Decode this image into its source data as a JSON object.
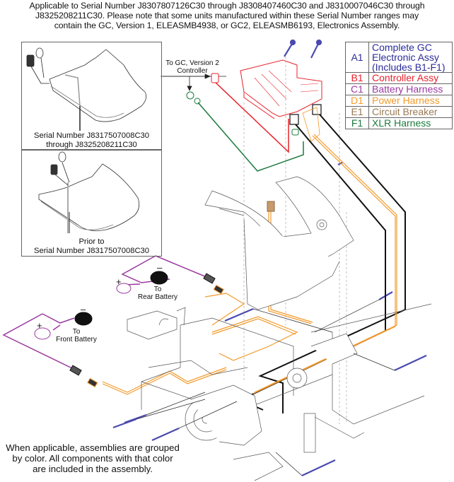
{
  "header": {
    "applicability_note_lines": [
      "Applicable to Serial Number J8307807126C30 through J8308407460C30 and J8310007046C30 through",
      "J8325208211C30. Please note that some units manufactured within these Serial Number ranges may",
      "contain the GC, Version 1, ELEASMB4938, or GC2, ELEASMB6193, Electronics Assembly."
    ]
  },
  "insets": [
    {
      "caption_lines": [
        "Serial Number J8317507008C30",
        "through J8325208211C30"
      ]
    },
    {
      "caption_lines": [
        "Prior to",
        "Serial Number J8317507008C30"
      ]
    }
  ],
  "callouts": {
    "controller_lines": [
      "To GC, Version 2",
      "Controller"
    ],
    "rear_battery_lines": [
      "To",
      "Rear Battery"
    ],
    "front_battery_lines": [
      "To",
      "Front Battery"
    ],
    "plus_sign": "+",
    "minus_sign": "–"
  },
  "legend": {
    "rows": [
      {
        "code": "A1",
        "label_lines": [
          "Complete GC",
          "Electronic Assy",
          "(Includes B1-F1)"
        ],
        "color": "#2b2b9a"
      },
      {
        "code": "B1",
        "label_lines": [
          "Controller Assy"
        ],
        "color": "#e8202a"
      },
      {
        "code": "C1",
        "label_lines": [
          "Battery Harness"
        ],
        "color": "#9a3aa0"
      },
      {
        "code": "D1",
        "label_lines": [
          "Power Harness"
        ],
        "color": "#f39a2b"
      },
      {
        "code": "E1",
        "label_lines": [
          "Circuit Breaker"
        ],
        "color": "#9a7a55"
      },
      {
        "code": "F1",
        "label_lines": [
          "XLR Harness"
        ],
        "color": "#1a7a3c"
      }
    ]
  },
  "colors": {
    "controller": "#e8202a",
    "battery_harness": "#9a3aa0",
    "power_harness": "#f39a2b",
    "xlr_harness": "#1a7a3c",
    "hardware_screw": "#4a4ab0",
    "line_art": "#555555",
    "black_cable": "#111111"
  },
  "footer": {
    "note_lines": [
      "When applicable, assemblies are grouped",
      "by color. All components with that color",
      "are included in the assembly."
    ]
  }
}
